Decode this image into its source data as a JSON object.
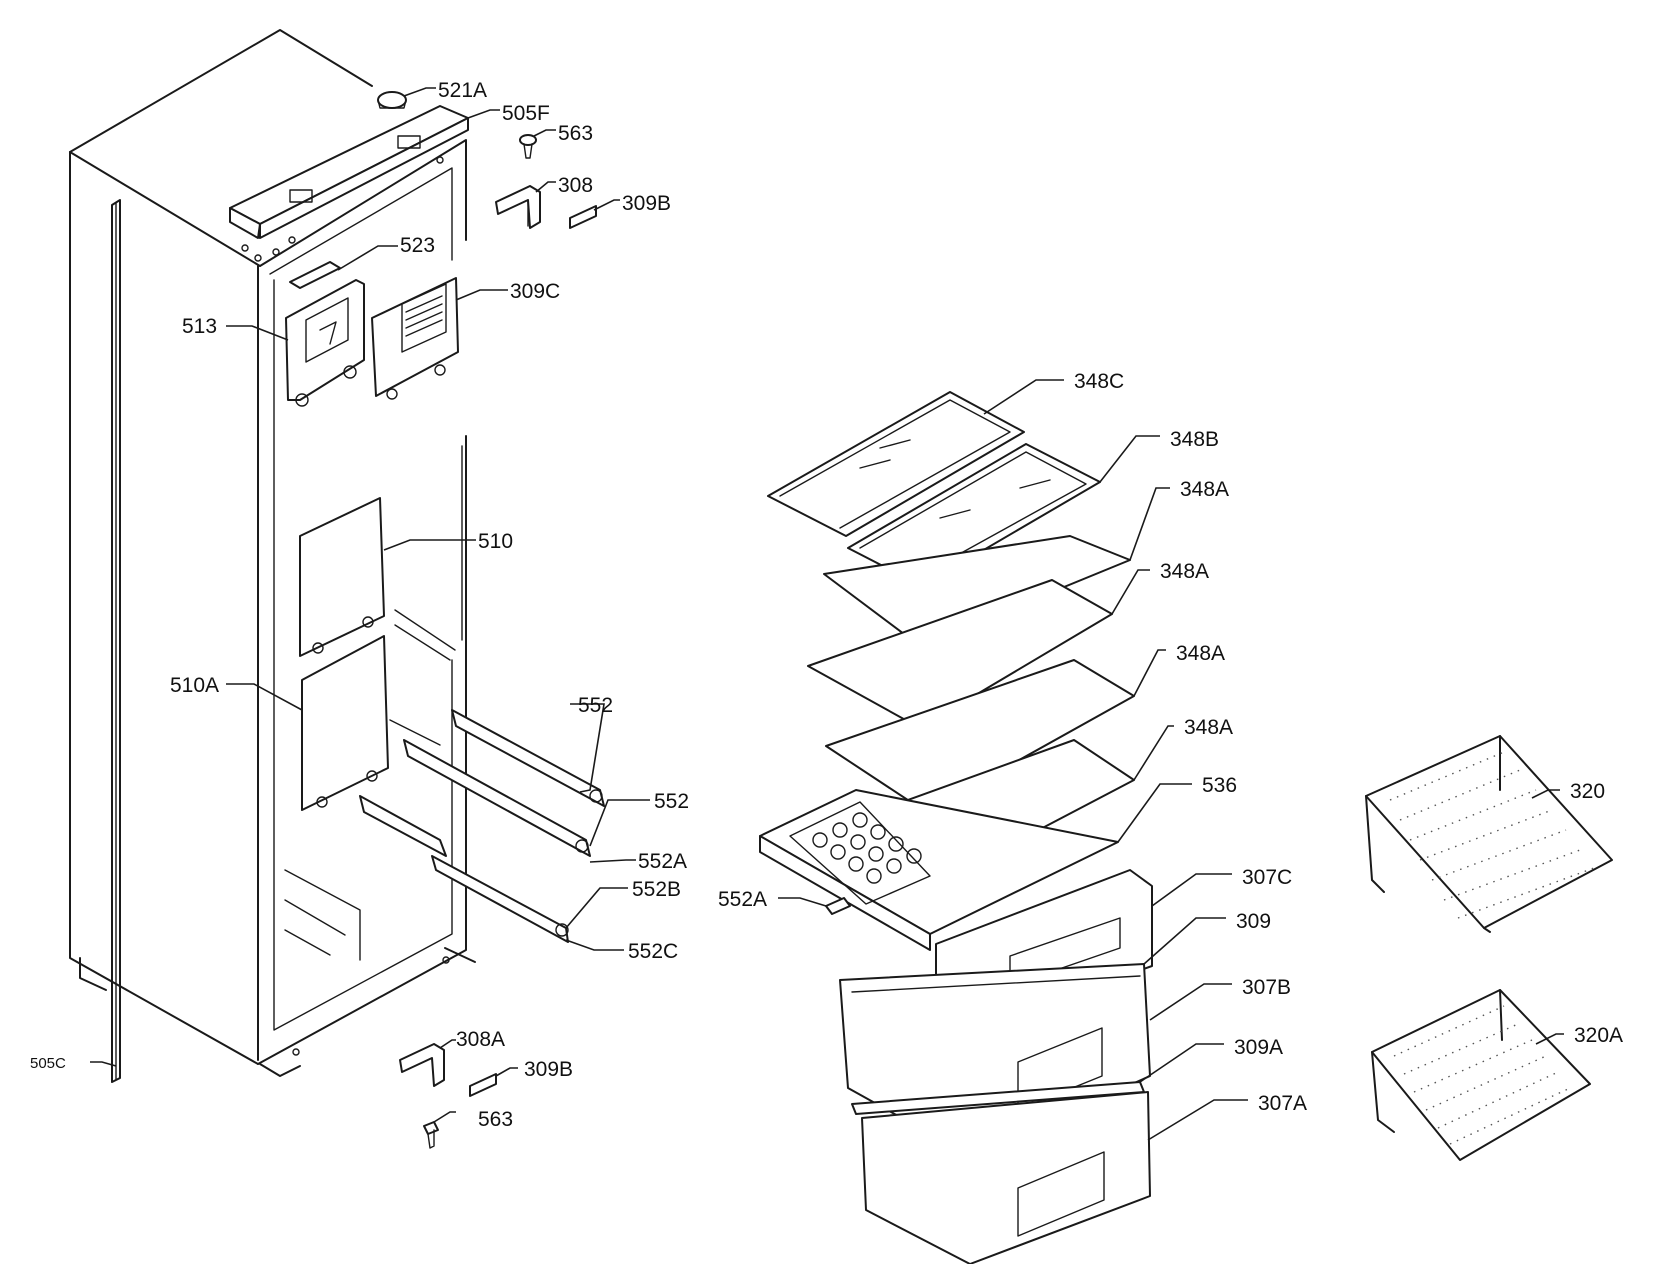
{
  "callouts": {
    "c521A": "521A",
    "c505F": "505F",
    "c563_top": "563",
    "c308": "308",
    "c309B_top": "309B",
    "c523": "523",
    "c309C": "309C",
    "c513": "513",
    "c510": "510",
    "c510A": "510A",
    "c552_1": "552",
    "c552_2": "552",
    "c552A_left": "552A",
    "c552B": "552B",
    "c552C": "552C",
    "c505C": "505C",
    "c308A": "308A",
    "c309B_bottom": "309B",
    "c563_bottom": "563",
    "c348C": "348C",
    "c348B": "348B",
    "c348A_1": "348A",
    "c348A_2": "348A",
    "c348A_3": "348A",
    "c348A_4": "348A",
    "c536": "536",
    "c552A_mid": "552A",
    "c307C": "307C",
    "c309": "309",
    "c307B": "307B",
    "c309A": "309A",
    "c307A": "307A",
    "c320": "320",
    "c320A": "320A"
  }
}
